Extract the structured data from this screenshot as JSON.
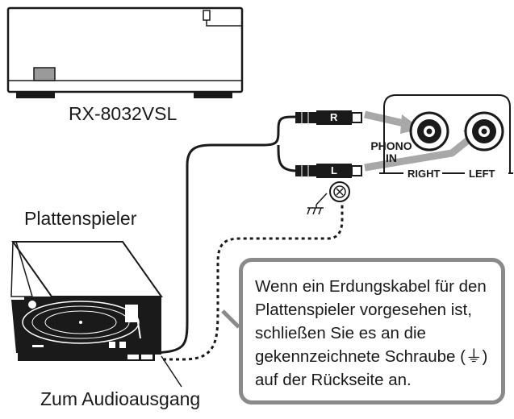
{
  "receiver": {
    "model": "RX-8032VSL"
  },
  "turntable": {
    "label": "Plattenspieler"
  },
  "audio_out": {
    "label": "Zum Audioausgang"
  },
  "jacks": {
    "phono_in": "PHONO\nIN",
    "right": "RIGHT",
    "left": "LEFT"
  },
  "plugs": {
    "right": "R",
    "left": "L"
  },
  "note": {
    "text": "Wenn ein Erdungskabel für den Plattenspieler vorgesehen ist, schließen Sie es an die gekennzeichnete Schraube (⏚) auf der Rückseite an."
  },
  "colors": {
    "line": "#1a1a1a",
    "arrow": "#a8a8a8",
    "box": "#8a8a8a",
    "panel": "#f2f2f2"
  }
}
